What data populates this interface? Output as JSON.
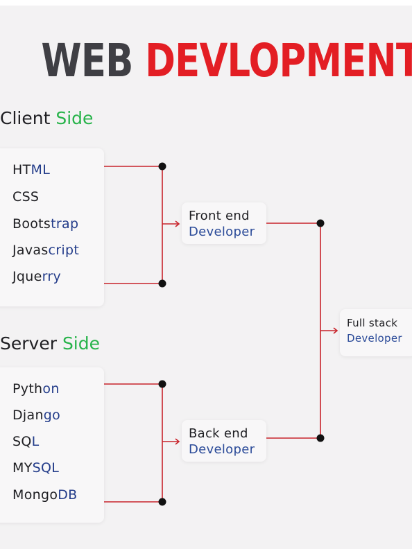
{
  "title": {
    "part1": "WEB",
    "part2": "DEVLOPMENT"
  },
  "client": {
    "heading": {
      "main": "Client",
      "accent": "Side"
    },
    "items": [
      {
        "pre": "HT",
        "hl": "ML"
      },
      {
        "pre": "CSS",
        "hl": ""
      },
      {
        "pre": "Boots",
        "hl": "trap"
      },
      {
        "pre": "Javas",
        "hl": "cript"
      },
      {
        "pre": "Jque",
        "hl": "rry"
      }
    ]
  },
  "server": {
    "heading": {
      "main": "Server",
      "accent": "Side"
    },
    "items": [
      {
        "pre": "Pyth",
        "hl": "on"
      },
      {
        "pre": "Djan",
        "hl": "go"
      },
      {
        "pre": "SQ",
        "hl": "L"
      },
      {
        "pre": "MY",
        "hl": "SQL"
      },
      {
        "pre": "Mongo",
        "hl": "DB"
      }
    ]
  },
  "roles": {
    "frontend": {
      "line1": "Front end",
      "line2": "Developer"
    },
    "backend": {
      "line1": "Back end",
      "line2": "Developer"
    },
    "fullstack": {
      "line1": "Full stack",
      "line2": "Developer"
    }
  },
  "colors": {
    "title_dark": "#3f3f44",
    "title_red": "#e31e24",
    "accent_green": "#27b34a",
    "connector_red": "#c8222a",
    "node_dark": "#111111",
    "highlight_blue": "#233c8a"
  }
}
